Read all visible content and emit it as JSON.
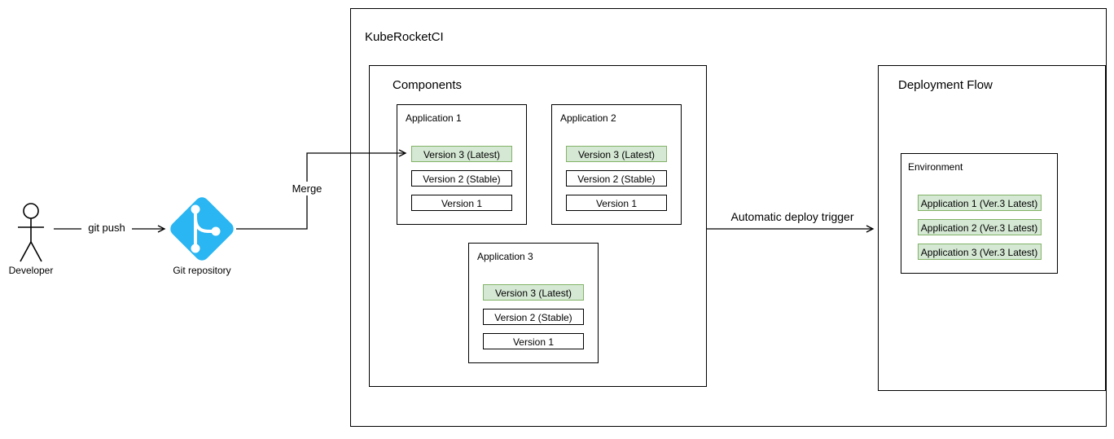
{
  "actors": {
    "developer": "Developer",
    "git_repository": "Git repository"
  },
  "edges": {
    "git_push": "git push",
    "merge": "Merge",
    "deploy": "Automatic deploy trigger"
  },
  "kuberocketci": {
    "title": "KubeRocketCI",
    "components": {
      "title": "Components",
      "applications": [
        {
          "title": "Application 1",
          "versions": [
            "Version 3 (Latest)",
            "Version 2 (Stable)",
            "Version 1"
          ]
        },
        {
          "title": "Application 2",
          "versions": [
            "Version 3 (Latest)",
            "Version 2 (Stable)",
            "Version 1"
          ]
        },
        {
          "title": "Application 3",
          "versions": [
            "Version 3 (Latest)",
            "Version 2 (Stable)",
            "Version 1"
          ]
        }
      ]
    },
    "deployment_flow": {
      "title": "Deployment Flow",
      "environment": {
        "title": "Environment",
        "deployed": [
          "Application 1 (Ver.3 Latest)",
          "Application 2 (Ver.3 Latest)",
          "Application 3 (Ver.3 Latest)"
        ]
      }
    }
  },
  "colors": {
    "highlight_fill": "#d5e8d4",
    "highlight_border": "#82b366",
    "git_icon_fill": "#29b6f2",
    "line_color": "#000000"
  }
}
